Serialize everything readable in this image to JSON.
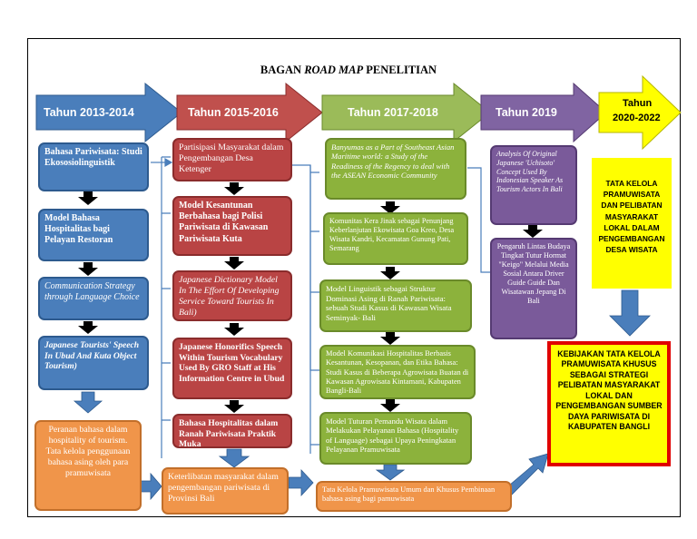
{
  "title": {
    "prefix": "BAGAN ",
    "italic": "ROAD MAP",
    "suffix": " PENELITIAN"
  },
  "periods": [
    "Tahun 2013-2014",
    "Tahun 2015-2016",
    "Tahun 2017-2018",
    "Tahun 2019",
    "Tahun",
    "2020-2022"
  ],
  "col1": [
    "Bahasa Pariwisata: Studi Ekososiolinguistik",
    "Model Bahasa Hospitalitas bagi Pelayan Restoran",
    "Communication Strategy through Language Choice",
    "Japanese Tourists' Speech In Ubud And Kuta Object Tourism)"
  ],
  "col1_outcome": "Peranan bahasa dalam hospitality of tourism. Tata kelola penggunaan bahasa asing oleh para pramuwisata",
  "col2": [
    "Partisipasi Masyarakat dalam Pengembangan Desa Ketenger",
    "Model Kesantunan Berbahasa bagi Polisi Pariwisata di Kawasan Pariwisata Kuta",
    "Japanese Dictionary Model In The Effort Of Developing Service Toward Tourists In Bali)",
    "Japanese Honorifics Speech Within Tourism Vocabulary Used By GRO Staff at His Information Centre in Ubud",
    "Bahasa Hospitalitas dalam Ranah Pariwisata Praktik Muka"
  ],
  "col2_outcome": "Keterlibatan masyarakat dalam pengembangan pariwisata di Provinsi Bali",
  "col3": [
    "Banyumas as a Part of Southeast Asian Maritime world: a Study of the Readiness of the Regency to deal with the ASEAN Economic Community",
    "Komunitas Kera Jinak sebagai Penunjang Keberlanjutan Ekowisata Goa Kreo, Desa Wisata Kandri, Kecamatan Gunung Pati, Semarang",
    "Model Linguistik sebagai Struktur Dominasi Asing di Ranah Pariwisata: sebuah Studi Kasus di Kawasan Wisata Seminyak- Bali",
    "Model Komunikasi Hospitalitas Berbasis Kesantunan, Kesopanan, dan Etika Bahasa: Studi Kasus di Beberapa Agrowisata Buatan di Kawasan Agrowisata Kintamani, Kabupaten Bangli-Bali",
    "Model Tuturan Pemandu Wisata dalam Melakukan Pelayanan Bahasa (Hospitality of Language) sebagai Upaya Peningkatan Pelayanan Pramuwisata"
  ],
  "col3_outcome": "Tata Kelola Pramuwisata Umum dan Khusus Pembinaan bahasa asing bagi pamuwisata",
  "col4": [
    "Analysis Of Original Japanese 'Uchisoto' Concept Used By Indonesian Speaker As Tourism Actors In Bali",
    "Pengaruh Lintas Budaya Tingkat Tutur Hormat \"Keigo\" Melalui Media Sosial Antara Driver Guide Guide Dan Wisatawan Jepang Di Bali"
  ],
  "col5": "TATA KELOLA PRAMUWISATA DAN PELIBATAN MASYARAKAT LOKAL DALAM PENGEMBANGAN DESA WISATA",
  "final": "KEBIJAKAN TATA KELOLA PRAMUWISATA KHUSUS SEBAGAI STRATEGI PELIBATAN MASYARAKAT LOKAL DAN PENGEMBANGAN SUMBER DAYA PARIWISATA DI KABUPATEN BANGLI",
  "colors": {
    "blue": "#4a7ebb",
    "red": "#b94444",
    "green": "#8cb23c",
    "purple": "#7a5a9a",
    "yellow": "#ffff00",
    "orange": "#f0954a",
    "final_border": "#e00000"
  }
}
